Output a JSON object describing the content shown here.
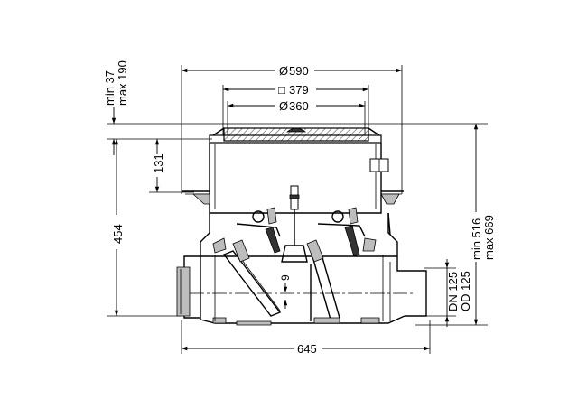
{
  "drawing": {
    "dimensions": {
      "diameter_590": "590",
      "square_379": "379",
      "diameter_360": "360",
      "frame_height_min": "min 37",
      "frame_height_max": "max 190",
      "height_131": "131",
      "height_454": "454",
      "total_height_min": "min 516",
      "total_height_max": "max 669",
      "width_645": "645",
      "drop_9": "9",
      "pipe_dn": "DN 125",
      "pipe_od": "OD 125"
    },
    "symbols": {
      "diameter": "Ø",
      "square": "□"
    },
    "colors": {
      "line": "#000000",
      "hatch": "#888888",
      "fill_gray": "#bdbdbd"
    }
  }
}
